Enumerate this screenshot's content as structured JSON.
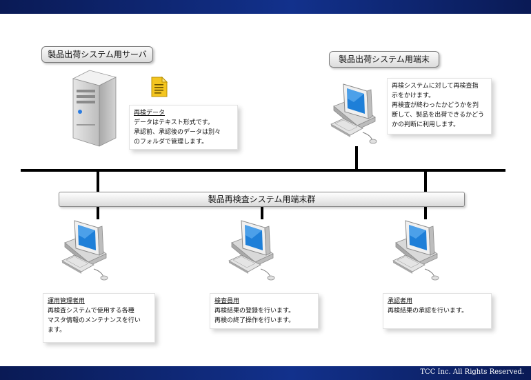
{
  "server": {
    "label": "製品出荷システム用サーバ",
    "note": {
      "title": "再検データ",
      "body": "データはテキスト形式です。\n承認前、承認後のデータは別々\nのフォルダで管理します。"
    }
  },
  "shipping_terminal": {
    "label": "製品出荷システム用端末",
    "note": "再検システムに対して再検査指\n示をかけます。\n再検査が終わったかどうかを判\n断して、製品を出荷できるかどう\nかの判断に利用します。"
  },
  "terminal_group": {
    "label": "製品再検査システム用端末群"
  },
  "clients": [
    {
      "title": "運用管理者用",
      "body": "再検査システムで使用する各種\nマスタ情報のメンテナンスを行い\nます。"
    },
    {
      "title": "検査員用",
      "body": "再検結果の登録を行います。\n再検の終了操作を行います。"
    },
    {
      "title": "承認者用",
      "body": "再検結果の承認を行います。"
    }
  ],
  "footer": {
    "copyright": "TCC Inc. All Rights Reserved."
  },
  "colors": {
    "banner": "#12318c",
    "screen": "#1e7fd8",
    "file_icon": "#f2c21b"
  }
}
